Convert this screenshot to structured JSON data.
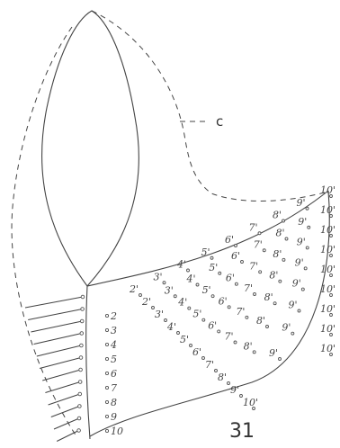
{
  "figure": {
    "callout_label": "c",
    "figure_number": "31",
    "stem_labels": [
      "2",
      "3",
      "4",
      "5",
      "6",
      "7",
      "8",
      "9",
      "10"
    ],
    "wing_labels": [
      "2'",
      "3'",
      "4'",
      "5'",
      "6'",
      "7'",
      "8'",
      "9'",
      "10'",
      "2'",
      "3'",
      "4'",
      "5'",
      "6'",
      "7'",
      "8'",
      "9'",
      "10'",
      "3'",
      "4'",
      "5'",
      "6'",
      "7'",
      "8'",
      "9'",
      "10'",
      "4'",
      "5'",
      "6'",
      "7'",
      "8'",
      "9'",
      "10'",
      "5'",
      "6'",
      "7'",
      "8'",
      "9'",
      "10'",
      "6'",
      "7'",
      "8'",
      "9'",
      "10'",
      "7'",
      "8'",
      "9'",
      "10'",
      "8'",
      "9'",
      "10'",
      "9'",
      "10'",
      "10'"
    ]
  }
}
